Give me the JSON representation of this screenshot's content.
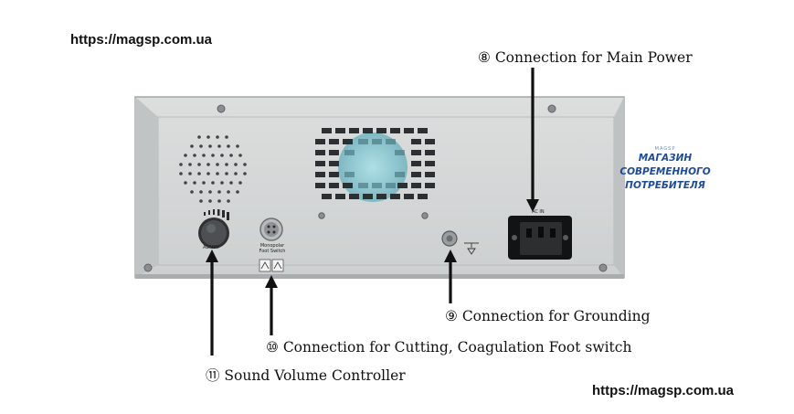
{
  "watermarks": {
    "top": "https://magsp.com.ua",
    "bottom": "https://magsp.com.ua"
  },
  "callouts": {
    "power": "⑧ Connection for Main Power",
    "ground": "⑨ Connection for Grounding",
    "foot": "⑩ Connection for Cutting, Coagulation Foot switch",
    "sound": "⑪ Sound Volume Controller"
  },
  "panel_labels": {
    "alarm": "ALARM",
    "monopolar_line1": "Monopolar",
    "monopolar_line2": "Foot Switch",
    "ac_in": "AC IN"
  },
  "logo": {
    "top": "MAGSP",
    "line1": "МАГАЗИН",
    "line2": "СОВРЕМЕННОГО",
    "line3": "ПОТРЕБИТЕЛЯ"
  },
  "colors": {
    "panel": "#d4d6d6",
    "panel_edge": "#9ea2a4",
    "logo_blue": "#1e4a9a",
    "arrow": "#111111"
  }
}
